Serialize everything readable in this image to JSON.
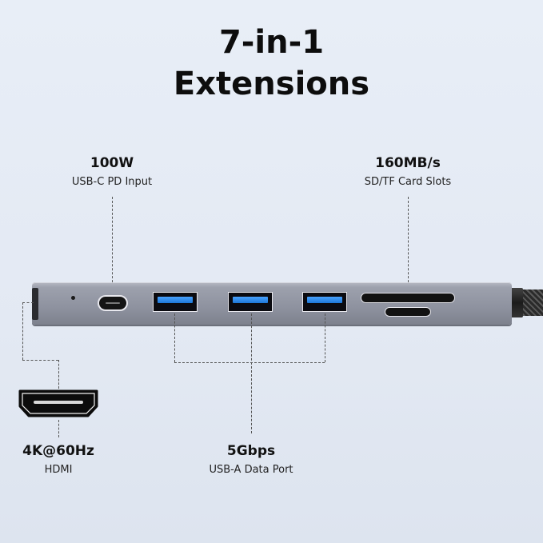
{
  "header": {
    "line1": "7-in-1",
    "line2": "Extensions"
  },
  "callouts": {
    "usb_c": {
      "spec": "100W",
      "desc": "USB-C PD Input"
    },
    "card": {
      "spec": "160MB/s",
      "desc": "SD/TF Card Slots"
    },
    "hdmi": {
      "spec": "4K@60Hz",
      "desc": "HDMI"
    },
    "usb_a": {
      "spec": "5Gbps",
      "desc": "USB-A Data Port"
    }
  },
  "colors": {
    "background": "#e6ecf6",
    "hub_body": "#9095a2",
    "usb_a_tongue": "#2b8cf0",
    "text": "#111111"
  },
  "icons": [
    "hdmi-port-icon",
    "usb-c-port-icon",
    "usb-a-port-icon",
    "sd-card-slot-icon",
    "tf-card-slot-icon"
  ]
}
